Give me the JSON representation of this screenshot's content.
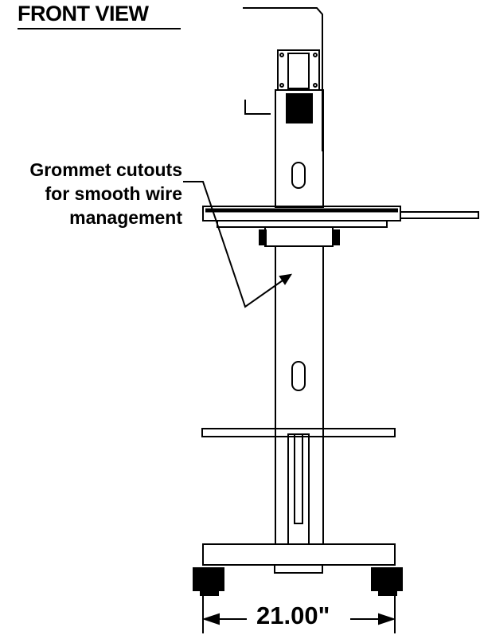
{
  "title": "FRONT VIEW",
  "callout": {
    "line1": "Grommet cutouts",
    "line2": "for smooth wire",
    "line3": "management"
  },
  "dimension": {
    "width_label": "21.00\""
  }
}
